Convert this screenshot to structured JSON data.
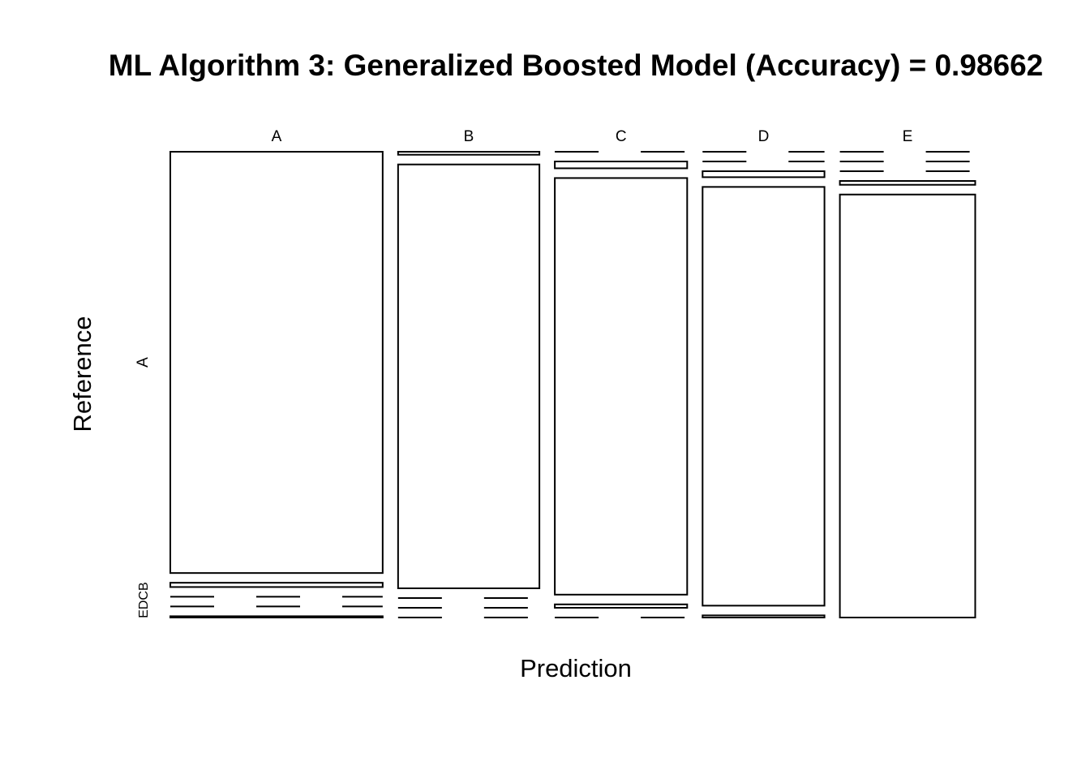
{
  "chart_data": {
    "type": "mosaic",
    "title": "ML Algorithm 3: Generalized Boosted Model (Accuracy) =  0.98662",
    "xlabel": "Prediction",
    "ylabel": "Reference",
    "prediction_categories": [
      "A",
      "B",
      "C",
      "D",
      "E"
    ],
    "reference_categories": [
      "A",
      "B",
      "C",
      "D",
      "E"
    ],
    "y_tick_labels": [
      "A",
      "EDCB"
    ],
    "column_shares": [
      0.284,
      0.189,
      0.177,
      0.163,
      0.181
    ],
    "proportions": {
      "A": {
        "A": 0.987,
        "B": 0.01,
        "C": 0.0,
        "D": 0.0,
        "E": 0.003
      },
      "B": {
        "A": 0.007,
        "B": 0.993,
        "C": 0.0,
        "D": 0.0,
        "E": 0.0
      },
      "C": {
        "A": 0.0,
        "B": 0.016,
        "C": 0.976,
        "D": 0.008,
        "E": 0.0
      },
      "D": {
        "A": 0.0,
        "B": 0.0,
        "C": 0.014,
        "D": 0.981,
        "E": 0.005
      },
      "E": {
        "A": 0.0,
        "B": 0.0,
        "C": 0.0,
        "D": 0.009,
        "E": 0.991
      }
    },
    "grid": false,
    "legend": "none"
  }
}
